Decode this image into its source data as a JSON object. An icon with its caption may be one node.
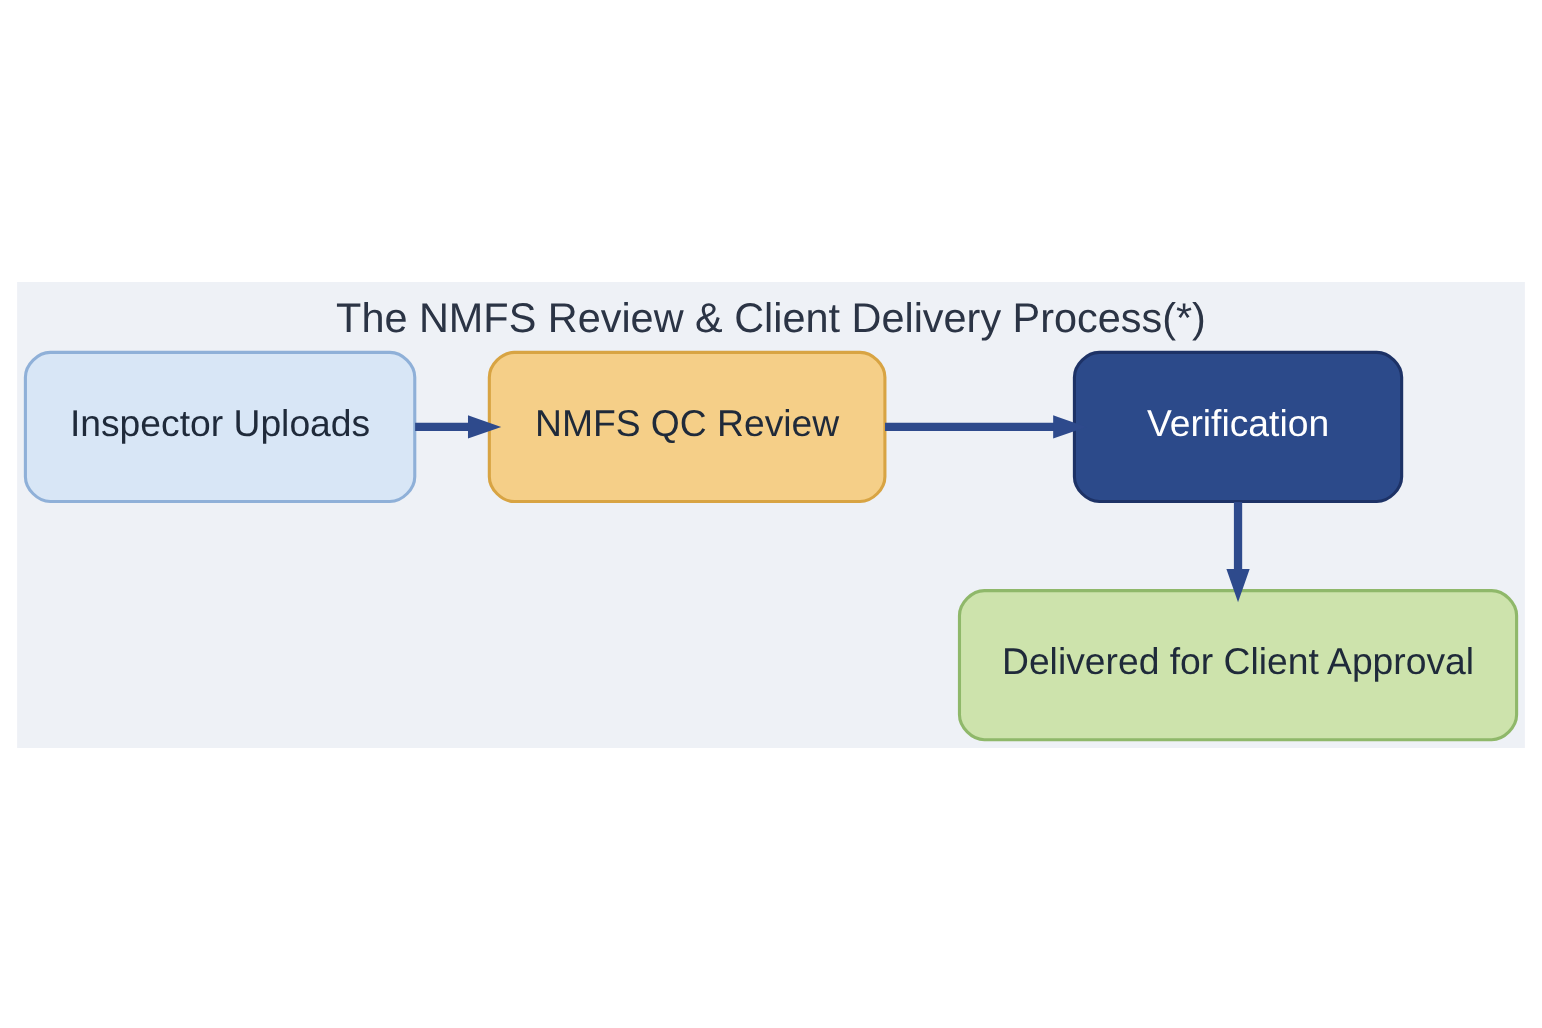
{
  "diagram": {
    "title": "The NMFS Review & Client Delivery Process(*)",
    "nodes": [
      {
        "text": [
          "Inspector Uploads"
        ]
      },
      {
        "text": [
          "NMFS QC Review"
        ]
      },
      {
        "text": [
          "Verification"
        ]
      },
      {
        "text": [
          "Delivered for Client Approval"
        ]
      }
    ],
    "edges": [
      {
        "from": 0,
        "to": 1,
        "arrow": "to"
      },
      {
        "from": 1,
        "to": 2,
        "arrow": "to"
      },
      {
        "from": 2,
        "to": 3,
        "arrow": "to"
      }
    ]
  }
}
